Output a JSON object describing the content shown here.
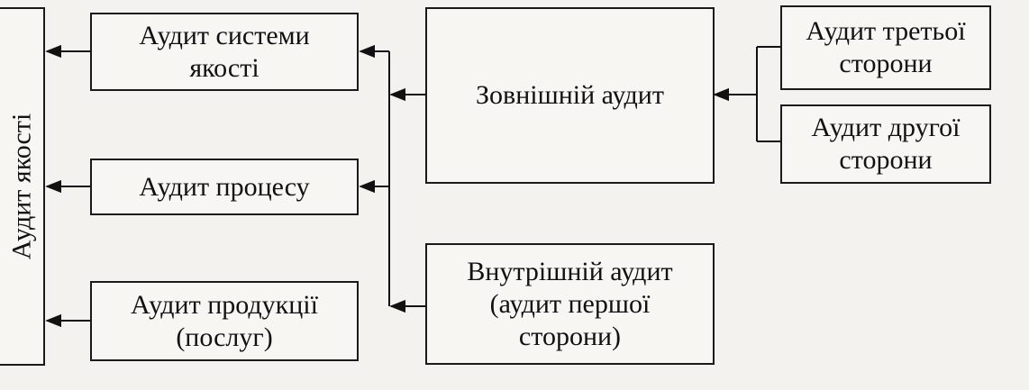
{
  "diagram": {
    "root": {
      "label": "Аудит якості"
    },
    "audit_types": [
      {
        "label": "Аудит системи\nякості"
      },
      {
        "label": "Аудит процесу"
      },
      {
        "label": "Аудит продукції\n(послуг)"
      }
    ],
    "external_audit": {
      "label": "Зовнішній аудит"
    },
    "internal_audit": {
      "label": "Внутрішній аудит\n(аудит першої\nсторони)"
    },
    "external_kinds": [
      {
        "label": "Аудит третьої\nсторони"
      },
      {
        "label": "Аудит другої\nсторони"
      }
    ]
  }
}
